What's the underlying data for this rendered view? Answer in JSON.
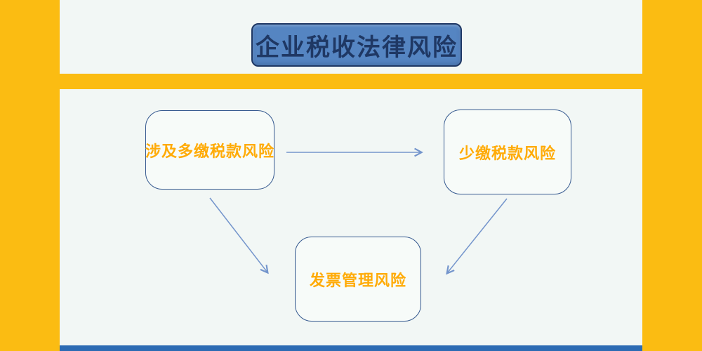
{
  "title": {
    "text": "企业税收法律风险"
  },
  "nodes": [
    {
      "id": "overpaid-tax-risk",
      "label": "涉及多缴税款风险"
    },
    {
      "id": "underpaid-tax-risk",
      "label": "少缴税款风险"
    },
    {
      "id": "invoice-management-risk",
      "label": "发票管理风险"
    }
  ],
  "edges": [
    {
      "from": "涉及多缴税款风险",
      "to": "少缴税款风险"
    },
    {
      "from": "涉及多缴税款风险",
      "to": "发票管理风险"
    },
    {
      "from": "少缴税款风险",
      "to": "发票管理风险"
    }
  ],
  "colors": {
    "frame_orange": "#FBBC12",
    "panel_background": "#F2F7F5",
    "title_fill": "#5585C2",
    "title_text": "#1F3864",
    "node_border": "#35598F",
    "node_text": "#FFAB07",
    "arrow": "#7495CC",
    "bottom_bar": "#2C6BB3"
  }
}
